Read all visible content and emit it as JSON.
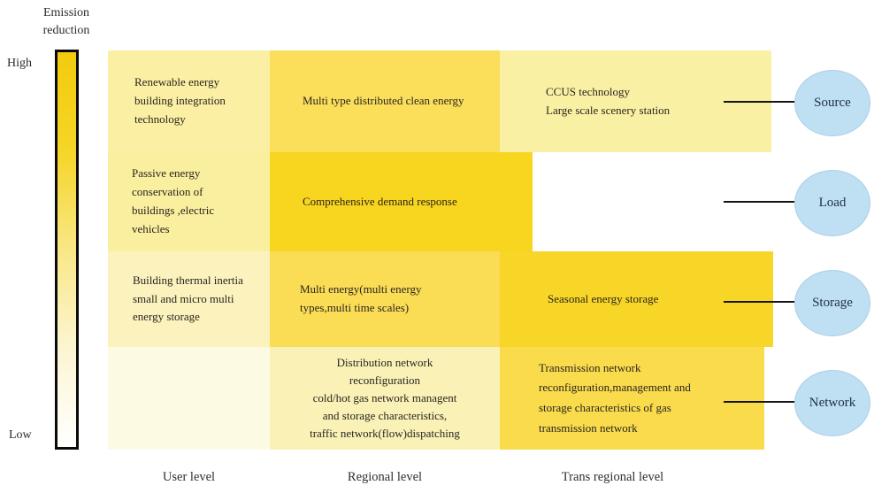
{
  "legend": {
    "title": "Emission\nreduction",
    "high_label": "High",
    "low_label": "Low",
    "gradient_stops": [
      "#F2CB0C",
      "#F5D527",
      "#F9E786",
      "#FCF5D2",
      "#FFFFFF"
    ]
  },
  "matrix": {
    "columns": [
      {
        "label": "User level"
      },
      {
        "label": "Regional level"
      },
      {
        "label": "Trans regional level"
      }
    ],
    "rows": [
      {
        "label": "Source"
      },
      {
        "label": "Load"
      },
      {
        "label": "Storage"
      },
      {
        "label": "Network"
      }
    ],
    "cells": [
      {
        "id": "user-source",
        "column": "User level",
        "row": "Source",
        "color": "#FAEFA2",
        "text": "Renewable energy\nbuilding integration\ntechnology"
      },
      {
        "id": "regional-source",
        "column": "Regional level",
        "row": "Source",
        "color": "#FBDF5B",
        "text": "Multi type distributed clean energy"
      },
      {
        "id": "trans-source",
        "column": "Trans regional level",
        "row": "Source",
        "color": "#FAF0A4",
        "text": "CCUS technology\nLarge scale scenery station"
      },
      {
        "id": "user-load",
        "column": "User level",
        "row": "Load",
        "color": "#FAEF9E",
        "text": "Passive energy\nconservation of\nbuildings ,electric\nvehicles"
      },
      {
        "id": "regional-load",
        "column": "Regional level",
        "row": "Load",
        "color": "#F8D51E",
        "text": "Comprehensive demand response"
      },
      {
        "id": "user-storage",
        "column": "User level",
        "row": "Storage",
        "color": "#FBF2BE",
        "text": "Building thermal inertia\nsmall and micro multi\nenergy storage"
      },
      {
        "id": "regional-storage",
        "column": "Regional level",
        "row": "Storage",
        "color": "#FADC55",
        "text": "Multi energy(multi energy\ntypes,multi time scales)"
      },
      {
        "id": "trans-storage",
        "column": "Trans regional level",
        "row": "Storage",
        "color": "#F8D627",
        "text": "Seasonal energy storage"
      },
      {
        "id": "user-network",
        "column": "User level",
        "row": "Network",
        "color": "#FDFAE4",
        "text": ""
      },
      {
        "id": "regional-network",
        "column": "Regional level",
        "row": "Network",
        "color": "#F9F1B6",
        "text": "Distribution network\nreconfiguration\ncold/hot gas network managent\nand storage characteristics,\ntraffic network(flow)dispatching"
      },
      {
        "id": "trans-network",
        "column": "Trans regional level",
        "row": "Network",
        "color": "#F9DB4C",
        "text": "Transmission network\nreconfiguration,management and\nstorage characteristics of gas\ntransmission network"
      }
    ]
  },
  "nodes": {
    "fill_color": "#BFDFF2",
    "items": [
      {
        "label": "Source"
      },
      {
        "label": "Load"
      },
      {
        "label": "Storage"
      },
      {
        "label": "Network"
      }
    ]
  }
}
